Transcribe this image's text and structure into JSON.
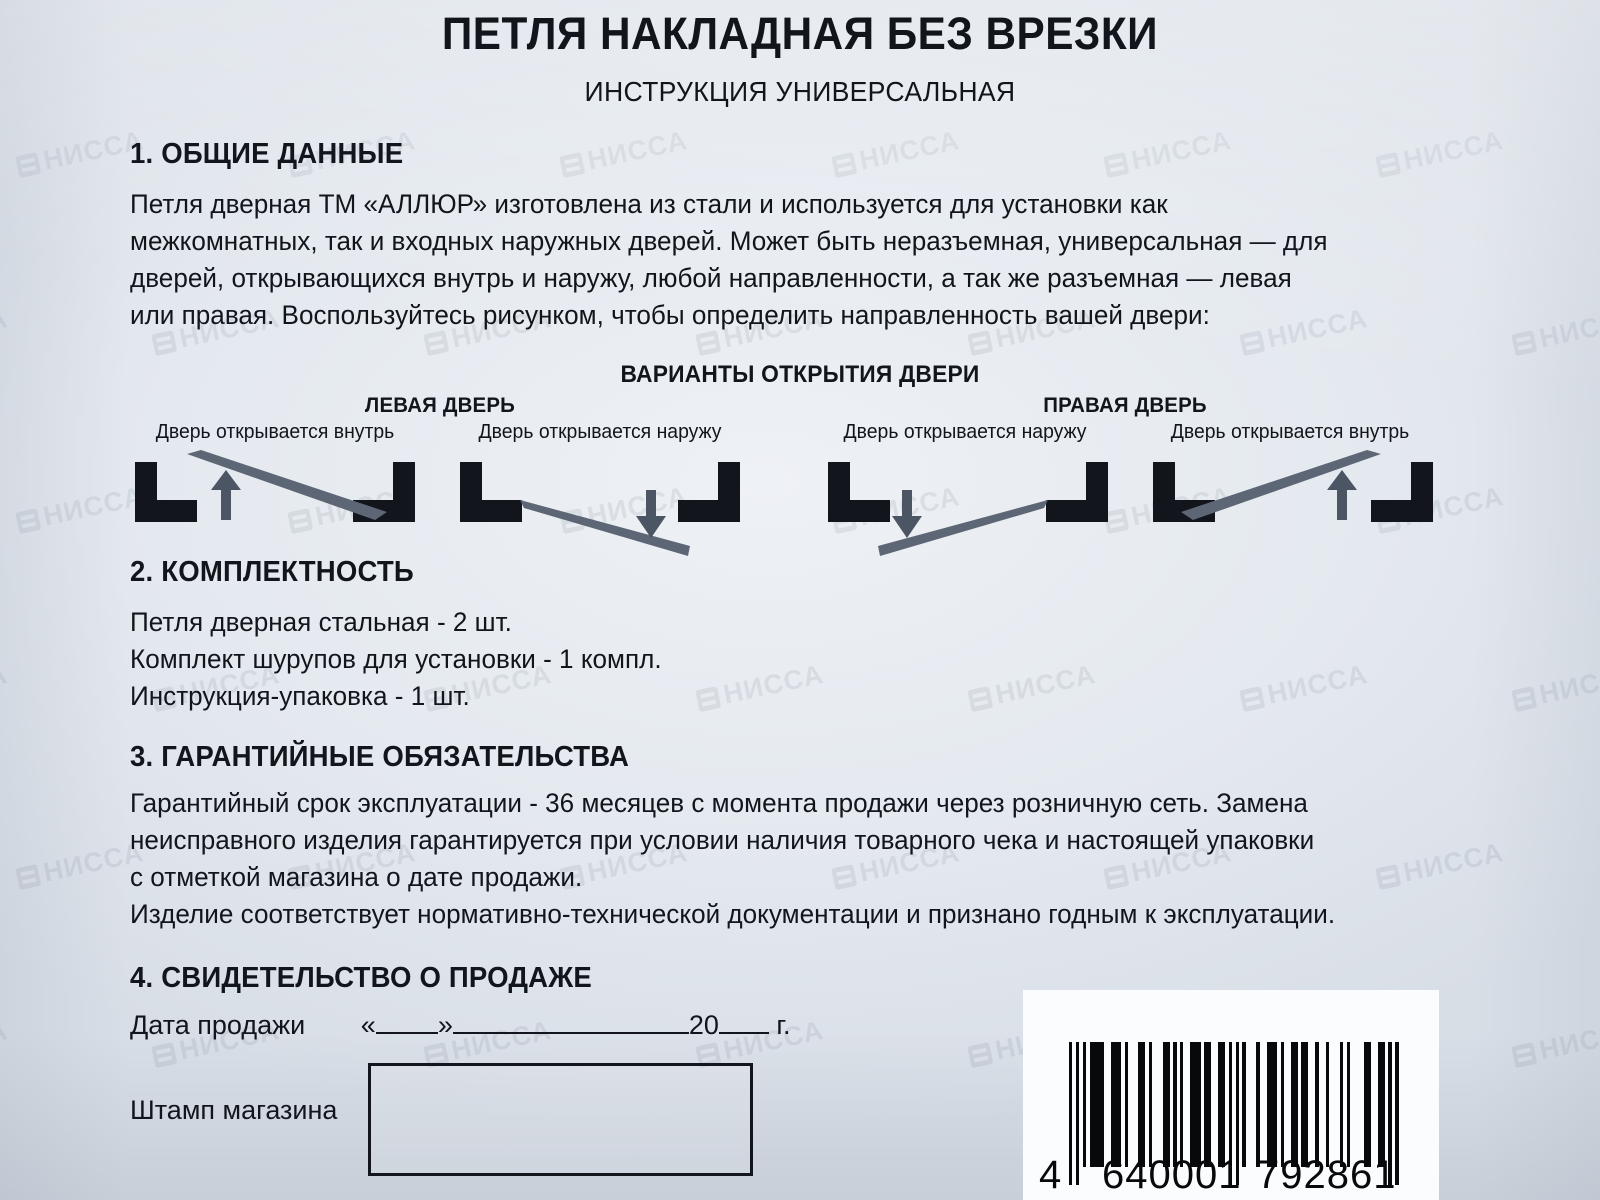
{
  "document": {
    "title": "ПЕТЛЯ НАКЛАДНАЯ БЕЗ ВРЕЗКИ",
    "subtitle": "ИНСТРУКЦИЯ УНИВЕРСАЛЬНАЯ",
    "watermark_text": "НИССА"
  },
  "section1": {
    "heading": "1. ОБЩИЕ ДАННЫЕ",
    "line1": "Петля дверная ТМ «АЛЛЮР» изготовлена из стали и используется для установки как",
    "line2": "межкомнатных, так и входных наружных дверей. Может быть неразъемная, универсальная — для",
    "line3": "дверей, открывающихся внутрь и наружу, любой направленности, а так же разъемная — левая",
    "line4": "или правая. Воспользуйтесь рисунком, чтобы определить направленность вашей двери:"
  },
  "diagram": {
    "title": "ВАРИАНТЫ ОТКРЫТИЯ ДВЕРИ",
    "left_group_title": "ЛЕВАЯ ДВЕРЬ",
    "right_group_title": "ПРАВАЯ ДВЕРЬ",
    "panes": [
      {
        "label": "Дверь открывается внутрь"
      },
      {
        "label": "Дверь открывается наружу"
      },
      {
        "label": "Дверь открывается наружу"
      },
      {
        "label": "Дверь открывается внутрь"
      }
    ]
  },
  "section2": {
    "heading": "2. КОМПЛЕКТНОСТЬ",
    "items": [
      "Петля дверная стальная - 2 шт.",
      "Комплект шурупов для установки - 1 компл.",
      "Инструкция-упаковка - 1 шт."
    ]
  },
  "section3": {
    "heading": "3. ГАРАНТИЙНЫЕ ОБЯЗАТЕЛЬСТВА",
    "line1": "Гарантийный срок эксплуатации - 36 месяцев с момента продажи через розничную сеть. Замена",
    "line2": "неисправного изделия гарантируется при условии наличия товарного чека и настоящей упаковки",
    "line3": "с отметкой магазина о дате продажи.",
    "line4": "Изделие соответствует нормативно-технической документации и признано годным к эксплуатации."
  },
  "section4": {
    "heading": "4. СВИДЕТЕЛЬСТВО О ПРОДАЖЕ",
    "date_label": "Дата продажи",
    "quote_open": "«",
    "quote_close": "»",
    "year_prefix": "20",
    "year_suffix": "г.",
    "stamp_label": "Штамп магазина"
  },
  "barcode": {
    "digit_first": "4",
    "digit_left": "640001",
    "digit_right": "792861",
    "full_code": "4640001792861"
  },
  "colors": {
    "paper": "#e4e9ef",
    "ink": "#12161c",
    "door_line": "#5d6675",
    "bracket": "#12161c",
    "barcode_bg": "#fbfcfd"
  }
}
